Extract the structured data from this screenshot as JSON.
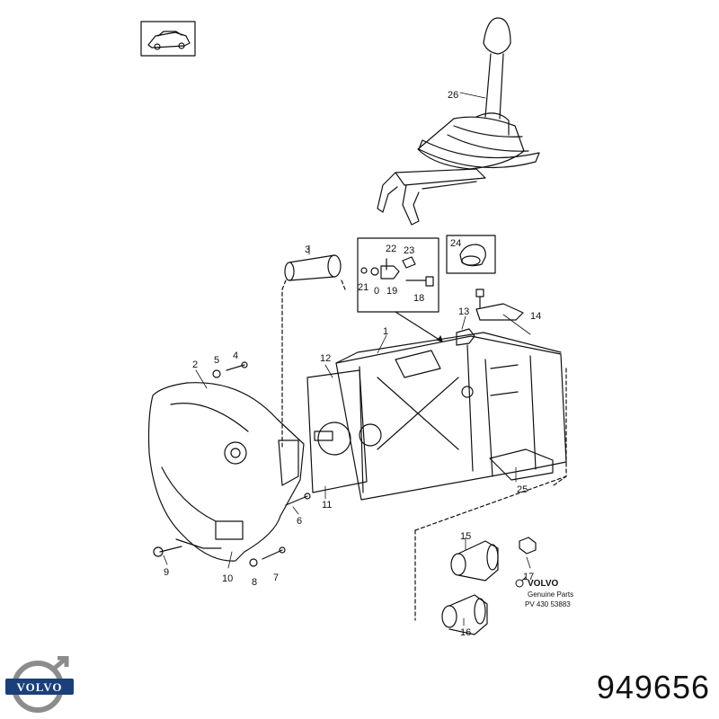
{
  "part_number": "949656",
  "brand_logo_text": "VOLVO",
  "stamp": {
    "brand": "VOLVO",
    "line1": "Genuine Parts",
    "line2": "PV 430 53883"
  },
  "callouts": {
    "c1": "1",
    "c2": "2",
    "c3": "3",
    "c4": "4",
    "c5": "5",
    "c6": "6",
    "c7": "7",
    "c8": "8",
    "c9": "9",
    "c10": "10",
    "c11": "11",
    "c12": "12",
    "c13": "13",
    "c14": "14",
    "c15": "15",
    "c16": "16",
    "c17": "17",
    "c18": "18",
    "c19": "19",
    "c20": "0",
    "c21": "21",
    "c22": "22",
    "c23": "23",
    "c24": "24",
    "c25": "25",
    "c26": "26"
  },
  "colors": {
    "ink": "#111111",
    "logo_blue": "#1b3f7a",
    "logo_steel": "#8c8c8c"
  }
}
